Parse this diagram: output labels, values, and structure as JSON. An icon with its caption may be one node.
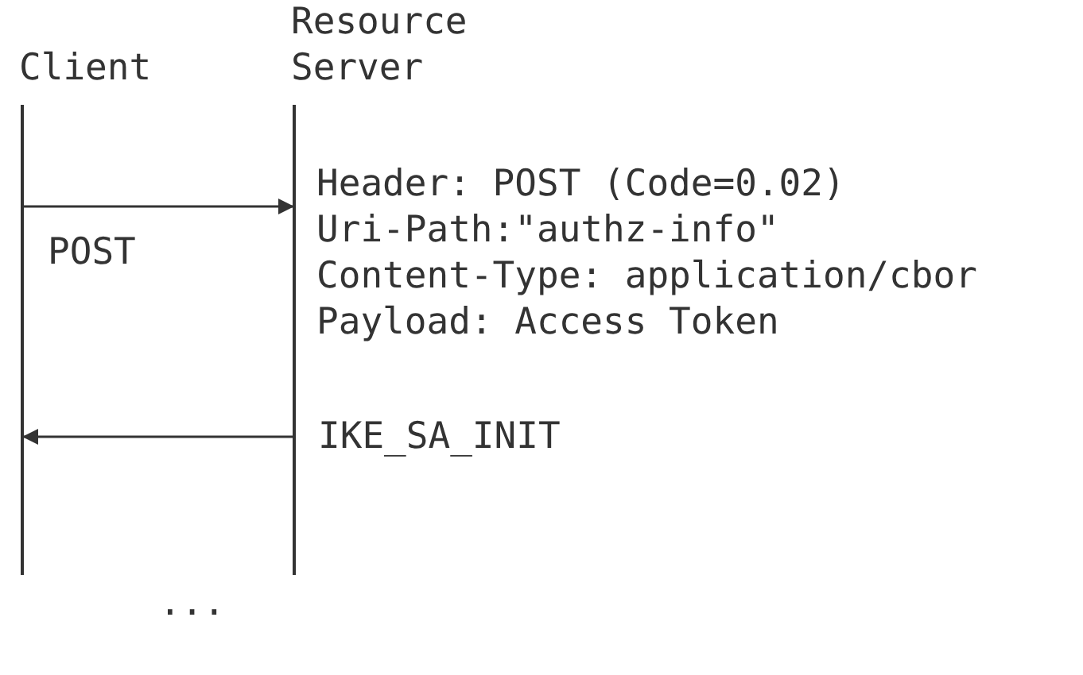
{
  "diagram": {
    "nodes": [
      {
        "text": [
          "Client"
        ]
      },
      {
        "text": [
          "Resource Server"
        ]
      }
    ],
    "edges": [
      {
        "from": 0,
        "to": 1,
        "arrow": "to",
        "label": "POST"
      },
      {
        "from": 1,
        "to": 0,
        "arrow": "to",
        "label": "IKE_SA_INIT"
      }
    ],
    "labels": [
      "Header: POST (Code=0.02)",
      "Uri-Path:\"authz-info\"",
      "Content-Type: application/cbor",
      "Payload: Access Token",
      "..."
    ]
  }
}
